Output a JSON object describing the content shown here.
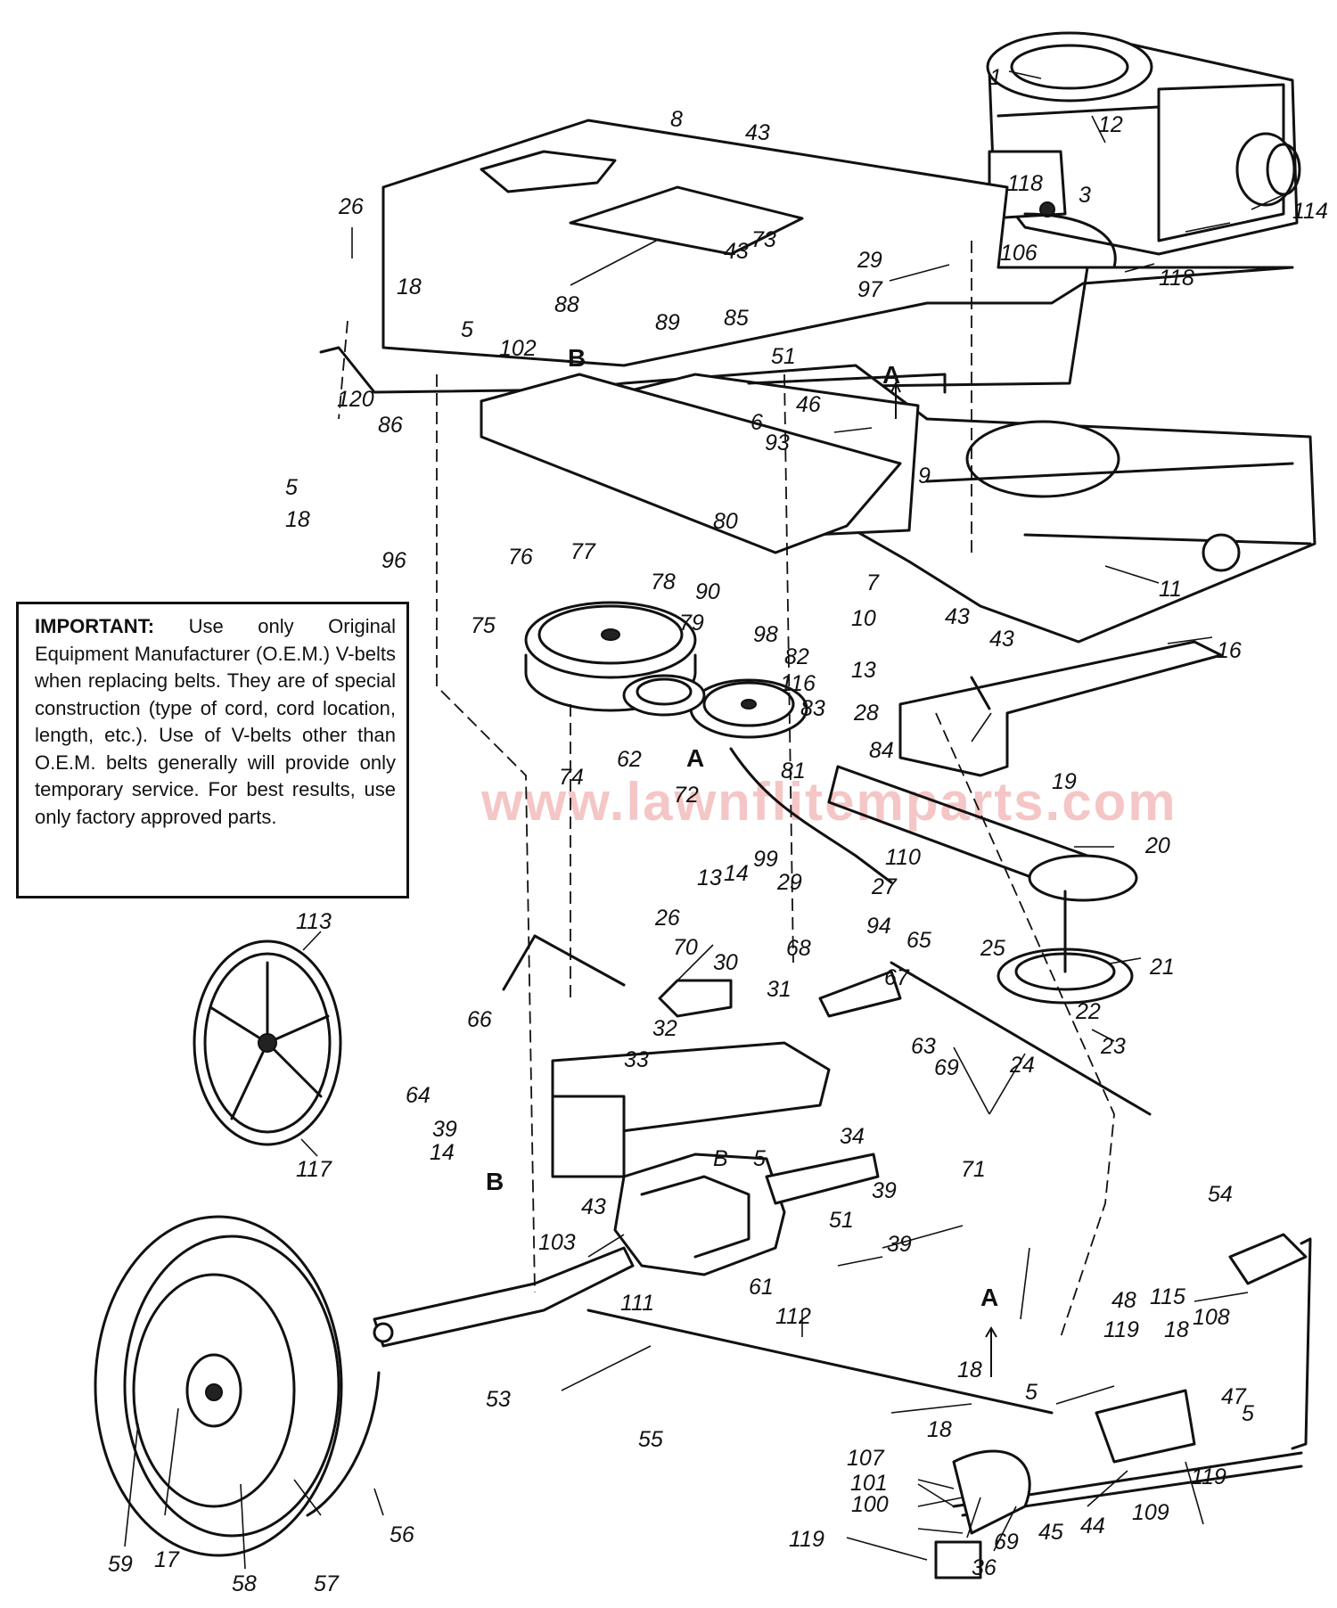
{
  "watermark": "www.lawnflitemparts.com",
  "note": {
    "heading": "IMPORTANT:",
    "body": "Use only Original Equipment Manufacturer (O.E.M.) V-belts when replacing belts. They are of special construction (type of cord, cord location, length, etc.). Use of V-belts other than O.E.M. belts generally will provide only temporary service. For best results, use only factory approved parts."
  },
  "reference_letters": [
    "A",
    "B",
    "A",
    "B",
    "A"
  ],
  "part_numbers": [
    "1",
    "12",
    "114",
    "118",
    "106",
    "3",
    "118",
    "43",
    "8",
    "26",
    "73",
    "43",
    "29",
    "97",
    "88",
    "89",
    "85",
    "18",
    "5",
    "102",
    "51",
    "46",
    "6",
    "93",
    "120",
    "86",
    "5",
    "18",
    "96",
    "9",
    "11",
    "80",
    "77",
    "76",
    "90",
    "78",
    "75",
    "79",
    "98",
    "82",
    "7",
    "10",
    "43",
    "43",
    "16",
    "116",
    "13",
    "83",
    "28",
    "74",
    "62",
    "81",
    "72",
    "84",
    "19",
    "20",
    "99",
    "110",
    "29",
    "14",
    "13",
    "27",
    "94",
    "25",
    "21",
    "65",
    "26",
    "68",
    "70",
    "30",
    "67",
    "31",
    "66",
    "32",
    "63",
    "69",
    "22",
    "23",
    "24",
    "33",
    "64",
    "39",
    "14",
    "34",
    "71",
    "B",
    "5",
    "43",
    "39",
    "51",
    "39",
    "113",
    "117",
    "103",
    "61",
    "112",
    "111",
    "53",
    "55",
    "54",
    "48",
    "115",
    "108",
    "119",
    "18",
    "5",
    "18",
    "47",
    "5",
    "18",
    "107",
    "101",
    "100",
    "119",
    "36",
    "69",
    "45",
    "44",
    "109",
    "119",
    "59",
    "17",
    "58",
    "57",
    "56"
  ]
}
